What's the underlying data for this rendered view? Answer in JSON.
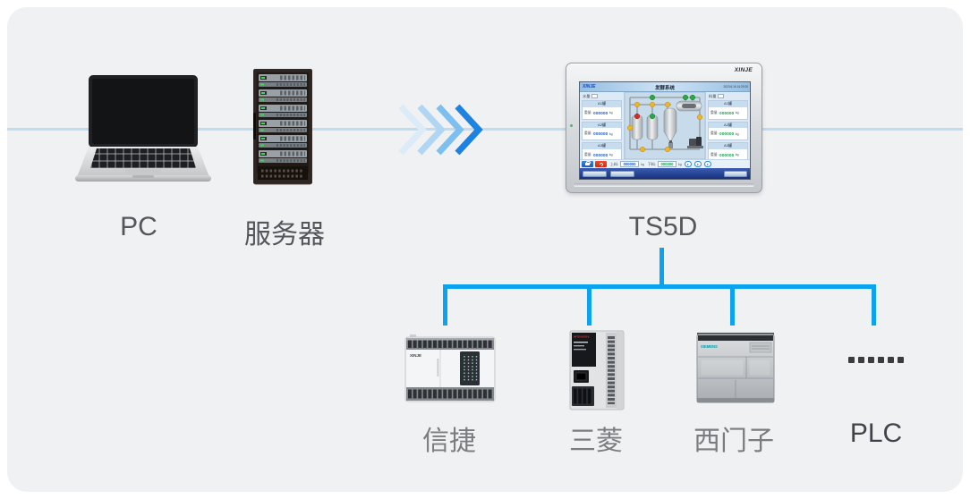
{
  "colors": {
    "accent_blue": "#0aa3f0",
    "baseline_blue": "#bfdcf1",
    "chevron_1": "#dcebf8",
    "chevron_2": "#b1d6f3",
    "chevron_3": "#7dc0ef",
    "chevron_4": "#1e83e0"
  },
  "labels": {
    "pc": "PC",
    "server": "服务器",
    "hmi": "TS5D",
    "plc_xinje": "信捷",
    "plc_mitsubishi": "三菱",
    "plc_siemens": "西门子",
    "plc_more": "PLC"
  },
  "devices": {
    "xinje_brand": "XINJE",
    "mitsubishi_brand": "MITSUBISHI",
    "siemens_brand": "SIEMENS"
  },
  "hmi_screen": {
    "bezel_brand": "XINJE",
    "topbar": {
      "brand": "XINJE",
      "title": "发酵系统",
      "datetime": "2023.6.16  14:29:20"
    },
    "left_panel": {
      "header": "水量",
      "groups": [
        {
          "name": "A1罐",
          "field": "重量:",
          "value": "000000",
          "unit": "kg"
        },
        {
          "name": "A2罐",
          "field": "重量:",
          "value": "000000",
          "unit": "kg"
        },
        {
          "name": "A3罐",
          "field": "重量:",
          "value": "000000",
          "unit": "kg"
        }
      ]
    },
    "right_panel": {
      "header": "料量",
      "groups": [
        {
          "name": "A1罐",
          "field": "重量:",
          "value": "000000",
          "unit": "kg"
        },
        {
          "name": "A2罐",
          "field": "重量:",
          "value": "000000",
          "unit": "kg"
        },
        {
          "name": "A3罐",
          "field": "重量:",
          "value": "000000",
          "unit": "kg"
        }
      ]
    },
    "footer": {
      "feed_label": "上料:",
      "feed_value": "000000",
      "feed_unit": "kg",
      "discharge_label": "下料:",
      "discharge_value": "000000",
      "discharge_unit": "kg"
    }
  }
}
